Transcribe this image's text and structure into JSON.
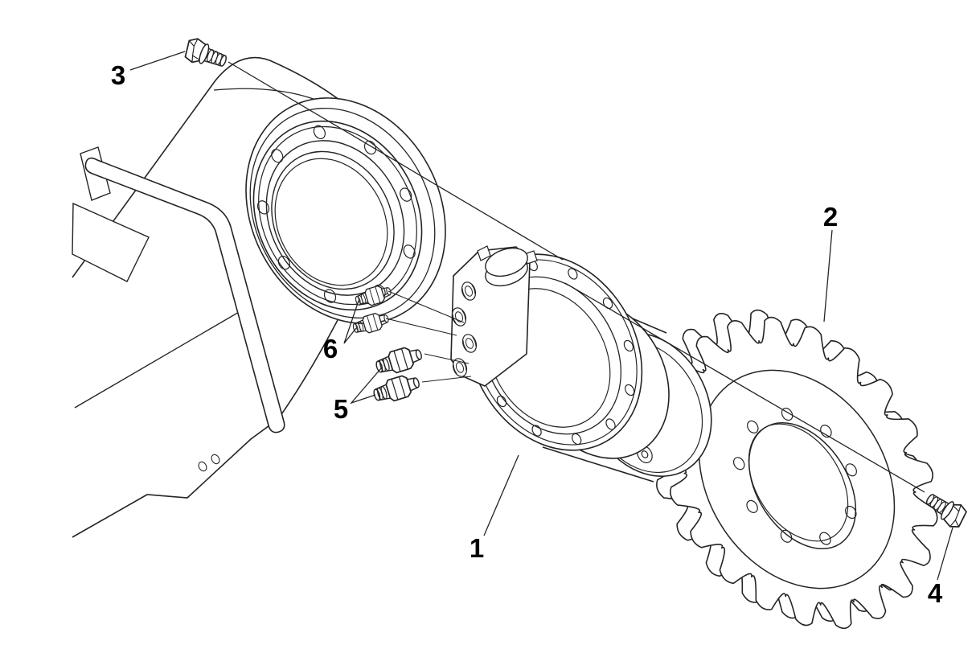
{
  "figure": {
    "background_color": "#ffffff",
    "line_color": "#242424",
    "label_color": "#000000",
    "callouts": [
      {
        "label": "1"
      },
      {
        "label": "2"
      },
      {
        "label": "3"
      },
      {
        "label": "4"
      },
      {
        "label": "5"
      },
      {
        "label": "6"
      }
    ]
  }
}
